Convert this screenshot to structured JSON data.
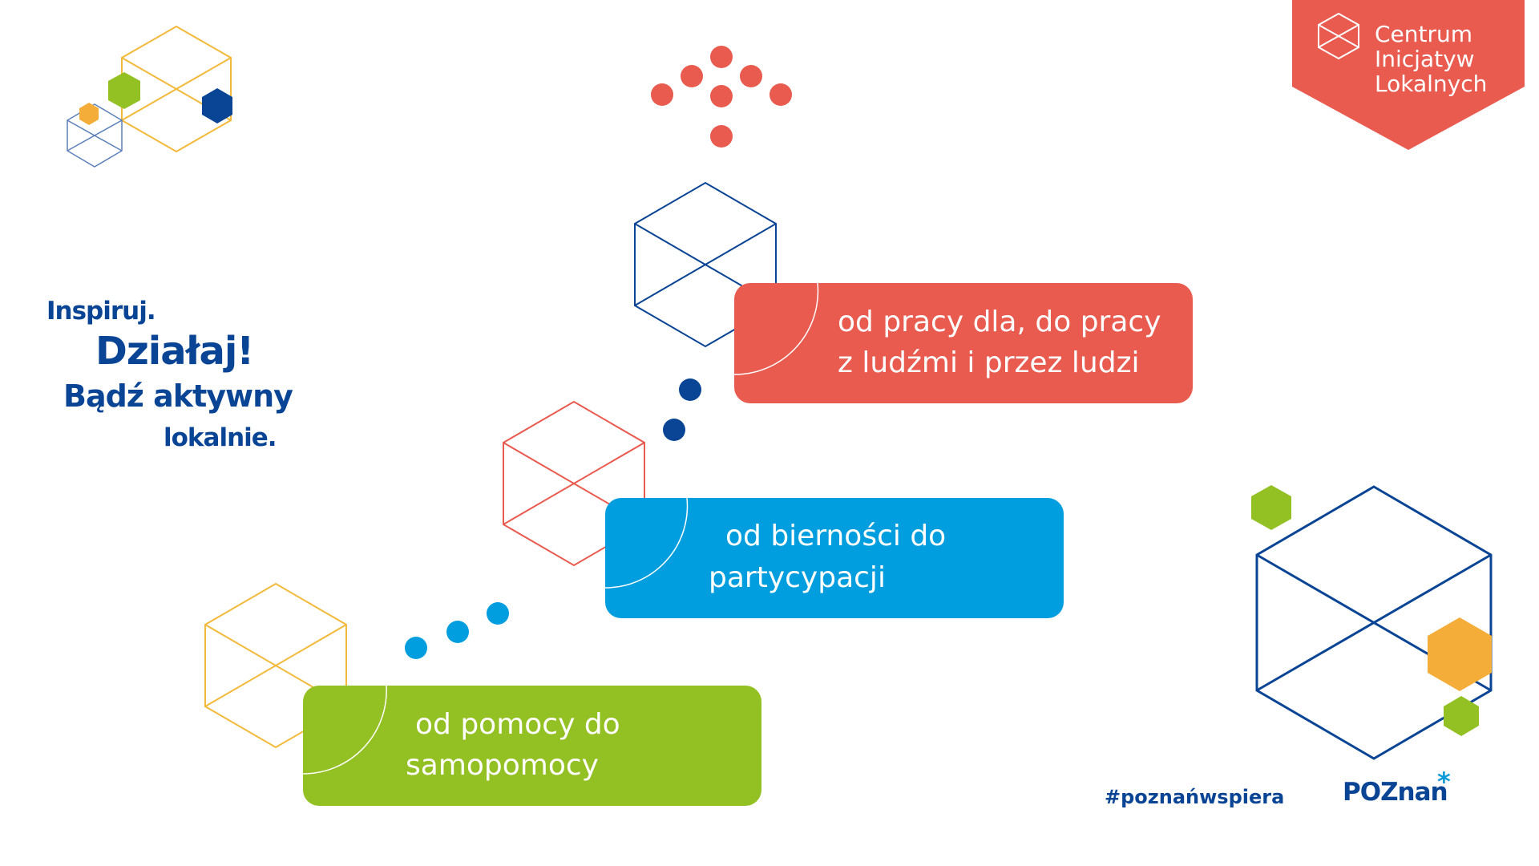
{
  "logo": {
    "lines": [
      "Centrum",
      "Inicjatyw",
      "Lokalnych"
    ],
    "color": "#e95a4f"
  },
  "slogan": {
    "line1": "Inspiruj.",
    "line2": "Działaj!",
    "line3": "Bądź aktywny",
    "line4": "lokalnie."
  },
  "boxes": [
    {
      "line1": "od pracy dla, do pracy",
      "line2": "z ludźmi i przez ludzi",
      "color": "#e95a4f"
    },
    {
      "line1": "od bierności do",
      "line2": "partycypacji",
      "color": "#009ede"
    },
    {
      "line1": "od pomocy do",
      "line2": "samopomocy",
      "color": "#93c022"
    }
  ],
  "hashtag": "#poznańwspiera",
  "city_logo": {
    "text": "POZnan",
    "star": "*"
  },
  "colors": {
    "navy": "#0a4595",
    "red": "#e95a4f",
    "blue": "#009ede",
    "green": "#93c022",
    "yellow": "#f3b93b",
    "orange": "#f5ad3a"
  }
}
